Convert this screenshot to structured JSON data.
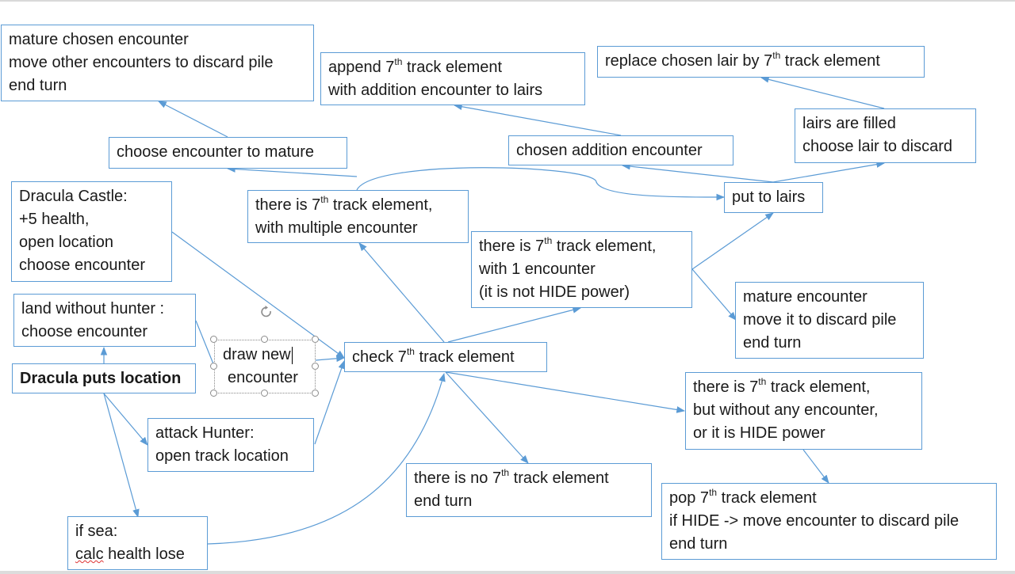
{
  "diagram": {
    "nodes": [
      {
        "id": "mature-chosen",
        "lines": [
          {
            "t": "mature chosen encounter"
          },
          {
            "t": "move other encounters to discard pile"
          },
          {
            "t": "end turn"
          }
        ]
      },
      {
        "id": "append-7th",
        "lines": [
          {
            "t": "append 7",
            "sup": "th",
            "rest": " track element"
          },
          {
            "t": "with addition encounter to lairs"
          }
        ]
      },
      {
        "id": "replace-lair",
        "lines": [
          {
            "t": "replace chosen lair by 7",
            "sup": "th",
            "rest": " track element"
          }
        ]
      },
      {
        "id": "lairs-filled",
        "lines": [
          {
            "t": "lairs are filled"
          },
          {
            "t": "choose lair to discard"
          }
        ]
      },
      {
        "id": "choose-encounter-mature",
        "lines": [
          {
            "t": "choose encounter to mature"
          }
        ]
      },
      {
        "id": "chosen-addition",
        "lines": [
          {
            "t": "chosen addition encounter"
          }
        ]
      },
      {
        "id": "dracula-castle",
        "lines": [
          {
            "t": "Dracula Castle:"
          },
          {
            "t": "+5 health,"
          },
          {
            "t": "open location"
          },
          {
            "t": " choose encounter"
          }
        ]
      },
      {
        "id": "multiple-encounter",
        "lines": [
          {
            "t": "there is 7",
            "sup": "th",
            "rest": " track element,"
          },
          {
            "t": "with multiple encounter"
          }
        ]
      },
      {
        "id": "put-to-lairs",
        "lines": [
          {
            "t": "put to lairs"
          }
        ]
      },
      {
        "id": "one-encounter",
        "lines": [
          {
            "t": "there is 7",
            "sup": "th",
            "rest": " track element,"
          },
          {
            "t": "with 1 encounter"
          },
          {
            "t": " (it is not HIDE  power)"
          }
        ]
      },
      {
        "id": "land-without-hunter",
        "lines": [
          {
            "t": "land without hunter :"
          },
          {
            "t": " choose encounter"
          }
        ]
      },
      {
        "id": "mature-encounter",
        "lines": [
          {
            "t": "mature encounter"
          },
          {
            "t": "move it to discard pile"
          },
          {
            "t": "end turn"
          }
        ]
      },
      {
        "id": "draw-new",
        "lines": [
          {
            "t": "draw new"
          },
          {
            "t": "encounter"
          }
        ]
      },
      {
        "id": "check-7th",
        "lines": [
          {
            "t": "check 7",
            "sup": "th",
            "rest": " track element"
          }
        ]
      },
      {
        "id": "dracula-puts",
        "lines": [
          {
            "t": "Dracula puts location"
          }
        ]
      },
      {
        "id": "without-encounter",
        "lines": [
          {
            "t": "there is 7",
            "sup": "th",
            "rest": " track element,"
          },
          {
            "t": " but without any encounter,"
          },
          {
            "t": "or it is HIDE power"
          }
        ]
      },
      {
        "id": "attack-hunter",
        "lines": [
          {
            "t": "attack Hunter:"
          },
          {
            "t": "open track location"
          }
        ]
      },
      {
        "id": "no-7th",
        "lines": [
          {
            "t": "there is no 7",
            "sup": "th",
            "rest": " track element"
          },
          {
            "t": "end turn"
          }
        ]
      },
      {
        "id": "pop-7th",
        "lines": [
          {
            "t": "pop 7",
            "sup": "th",
            "rest": " track element"
          },
          {
            "t": "if HIDE -> move encounter to discard pile"
          },
          {
            "t": "end turn"
          }
        ]
      },
      {
        "id": "if-sea",
        "lines": [
          {
            "t": "if sea:"
          },
          {
            "t": "calc",
            "squiggle": true,
            "rest": " health lose"
          }
        ]
      }
    ],
    "colors": {
      "stroke": "#5b9bd5",
      "text": "#1a1a1a",
      "handle": "#8c8c8c"
    }
  }
}
